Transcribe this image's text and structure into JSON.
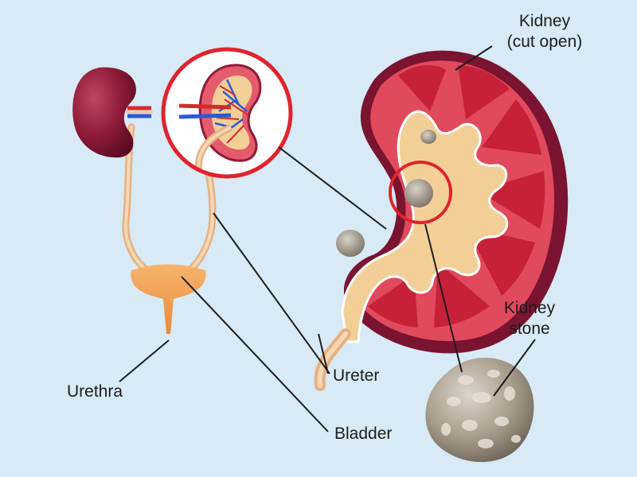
{
  "labels": {
    "kidney_line1": "Kidney",
    "kidney_line2": "(cut open)",
    "stone_line1": "Kidney",
    "stone_line2": "stone",
    "ureter": "Ureter",
    "urethra": "Urethra",
    "bladder": "Bladder"
  },
  "colors": {
    "background": "#d7eaf5",
    "kidney_outer": "#7a1430",
    "kidney_cortex": "#e04a5c",
    "kidney_medulla": "#c7213a",
    "pelvis": "#f3cf98",
    "bladder": "#f2a25a",
    "highlight_ring": "#e0232e",
    "stone": "#a59a8a",
    "leader_line": "#1d1d1d"
  }
}
